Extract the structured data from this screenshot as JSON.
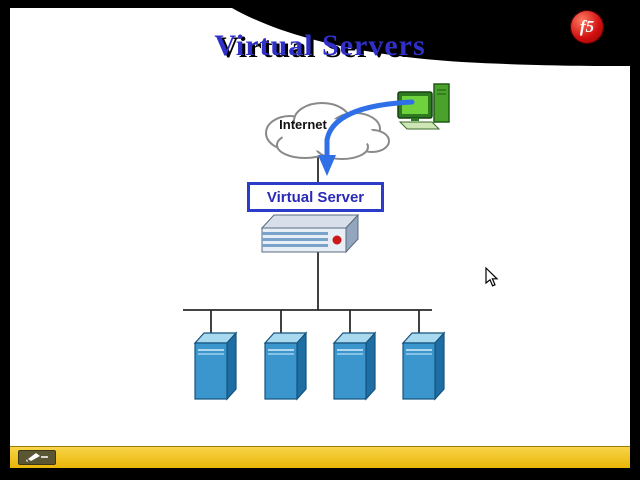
{
  "slide": {
    "title": "Virtual Servers",
    "logo_text": "f5",
    "diagram": {
      "internet_label": "Internet",
      "virtual_server_label": "Virtual Server",
      "server_count": 4,
      "nodes": [
        "internet-cloud",
        "client-computer",
        "virtual-server",
        "bigip-appliance",
        "server-pool"
      ]
    }
  },
  "toolbar": {
    "pen_tool": "pen-annotation-tool"
  },
  "icons": {
    "pen": "pen-icon",
    "cursor": "mouse-cursor",
    "logo": "f5-logo"
  },
  "colors": {
    "title_blue": "#3030c8",
    "box_border_blue": "#2a3cc8",
    "arrow_blue": "#2f6fe8",
    "server_front": "#3a96cc",
    "server_top": "#a9d9ef",
    "server_side": "#1e6ea4",
    "bar_yellow": "#e9b607",
    "logo_red": "#c40000"
  }
}
